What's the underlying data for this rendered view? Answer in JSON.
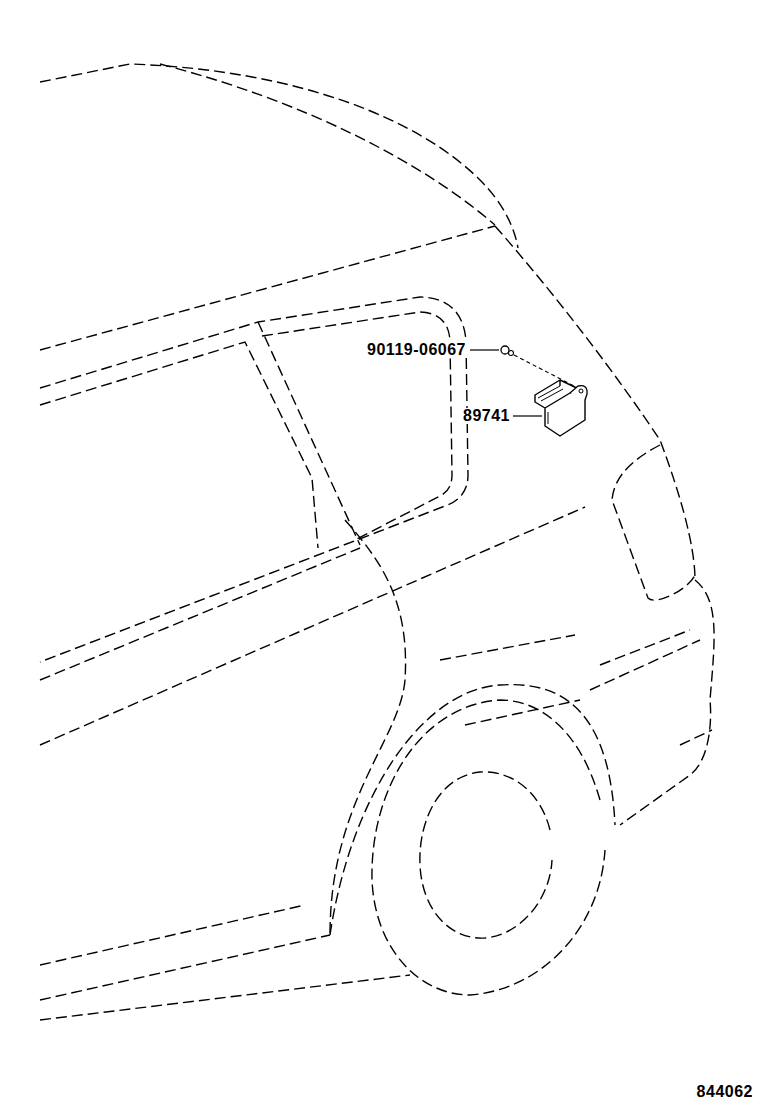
{
  "diagram": {
    "labels": [
      "90119-06067",
      "89741",
      "844062"
    ]
  }
}
